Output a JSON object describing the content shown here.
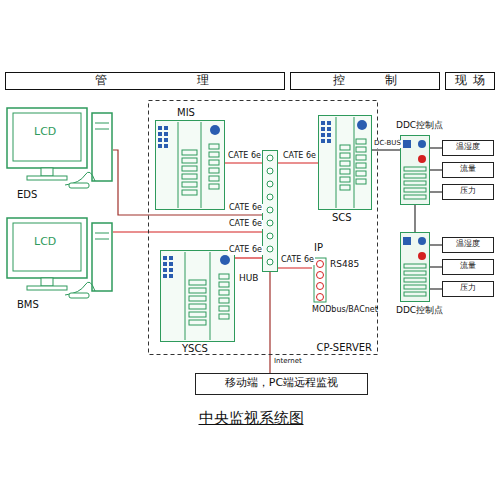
{
  "diagram": {
    "caption": "中央监视系统图",
    "nodes": [
      {
        "text": [
          "管理"
        ]
      },
      {
        "text": [
          "控制"
        ]
      },
      {
        "text": [
          "现场"
        ]
      },
      {
        "text": [
          "EDS"
        ]
      },
      {
        "text": [
          "BMS"
        ]
      },
      {
        "text": [
          "CP-SERVER"
        ]
      },
      {
        "text": [
          "MIS"
        ],
        "in": 5
      },
      {
        "text": [
          "SCS"
        ],
        "in": 5
      },
      {
        "text": [
          "HUB"
        ],
        "in": 5
      },
      {
        "text": [
          "YSCS"
        ],
        "in": 5
      },
      {
        "text": [
          "IP",
          "RS485",
          "MODbus/BACnet"
        ],
        "in": 5
      },
      {
        "text": [
          "DDC控制点"
        ]
      },
      {
        "text": [
          "温湿度"
        ]
      },
      {
        "text": [
          "流量"
        ]
      },
      {
        "text": [
          "压力"
        ]
      },
      {
        "text": [
          "DDC控制点"
        ]
      },
      {
        "text": [
          "温湿度"
        ]
      },
      {
        "text": [
          "流量"
        ]
      },
      {
        "text": [
          "压力"
        ]
      },
      {
        "text": [
          "移动端，PC端远程监视"
        ]
      }
    ],
    "edges": [
      {
        "from": 3,
        "to": 8,
        "label": "CATE 6e",
        "arrow": "none"
      },
      {
        "from": 4,
        "to": 8,
        "label": "CATE 6e",
        "arrow": "none"
      },
      {
        "from": 6,
        "to": 8,
        "label": "CATE 6e",
        "arrow": "none"
      },
      {
        "from": 8,
        "to": 7,
        "label": "CATE 6e",
        "arrow": "none"
      },
      {
        "from": 9,
        "to": 8,
        "label": "CATE 6e",
        "arrow": "none"
      },
      {
        "from": 8,
        "to": 10,
        "label": "CATE 6e",
        "arrow": "none"
      },
      {
        "from": 7,
        "to": 11,
        "label": "DC-BUS",
        "arrow": "none"
      },
      {
        "from": 11,
        "to": 15,
        "arrow": "none"
      },
      {
        "from": 11,
        "to": 12,
        "arrow": "none"
      },
      {
        "from": 11,
        "to": 13,
        "arrow": "none"
      },
      {
        "from": 11,
        "to": 14,
        "arrow": "none"
      },
      {
        "from": 15,
        "to": 16,
        "arrow": "none"
      },
      {
        "from": 15,
        "to": 17,
        "arrow": "none"
      },
      {
        "from": 15,
        "to": 18,
        "arrow": "none"
      },
      {
        "from": 8,
        "to": 19,
        "label": "Internet",
        "arrow": "none"
      }
    ],
    "labels": [
      "LCD",
      "LCD"
    ]
  }
}
